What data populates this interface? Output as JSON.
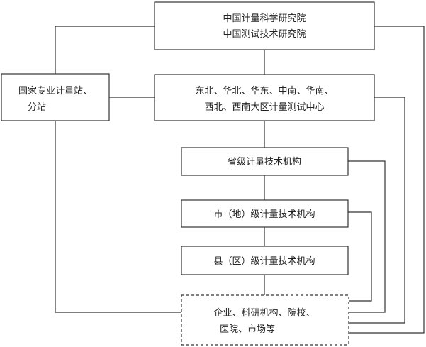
{
  "nodes": {
    "institute": {
      "lines": [
        "中国计量科学研究院",
        "中国测试技术研究院"
      ]
    },
    "regional": {
      "lines": [
        "东北、华北、华东、中南、华南、",
        "西北、西南大区计量测试中心"
      ]
    },
    "national_station": {
      "lines": [
        "国家专业计量站、",
        "分站"
      ]
    },
    "provincial": {
      "lines": [
        "省级计量技术机构"
      ]
    },
    "city": {
      "lines": [
        "市（地）级计量技术机构"
      ]
    },
    "county": {
      "lines": [
        "县（区）级计量技术机构"
      ]
    },
    "enterprise": {
      "lines": [
        "企业、科研机构、院校、",
        "医院、市场等"
      ]
    }
  },
  "colors": {
    "stroke": "#333333",
    "text": "#222222"
  }
}
